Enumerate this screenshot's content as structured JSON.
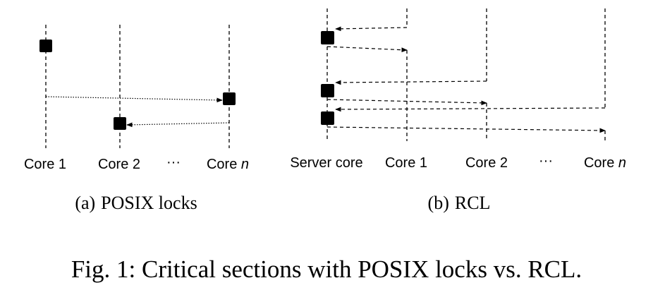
{
  "panel_a": {
    "core_labels": [
      "Core 1",
      "Core 2",
      "···",
      "Core "
    ],
    "core_n_var": "n",
    "subcaption_letter": "(a)",
    "subcaption_title": "POSIX locks"
  },
  "panel_b": {
    "core_labels": [
      "Server core",
      "Core 1",
      "Core 2",
      "···",
      "Core "
    ],
    "core_n_var": "n",
    "subcaption_letter": "(b)",
    "subcaption_title": "RCL"
  },
  "figure_caption": "Fig. 1: Critical sections with POSIX locks vs. RCL."
}
